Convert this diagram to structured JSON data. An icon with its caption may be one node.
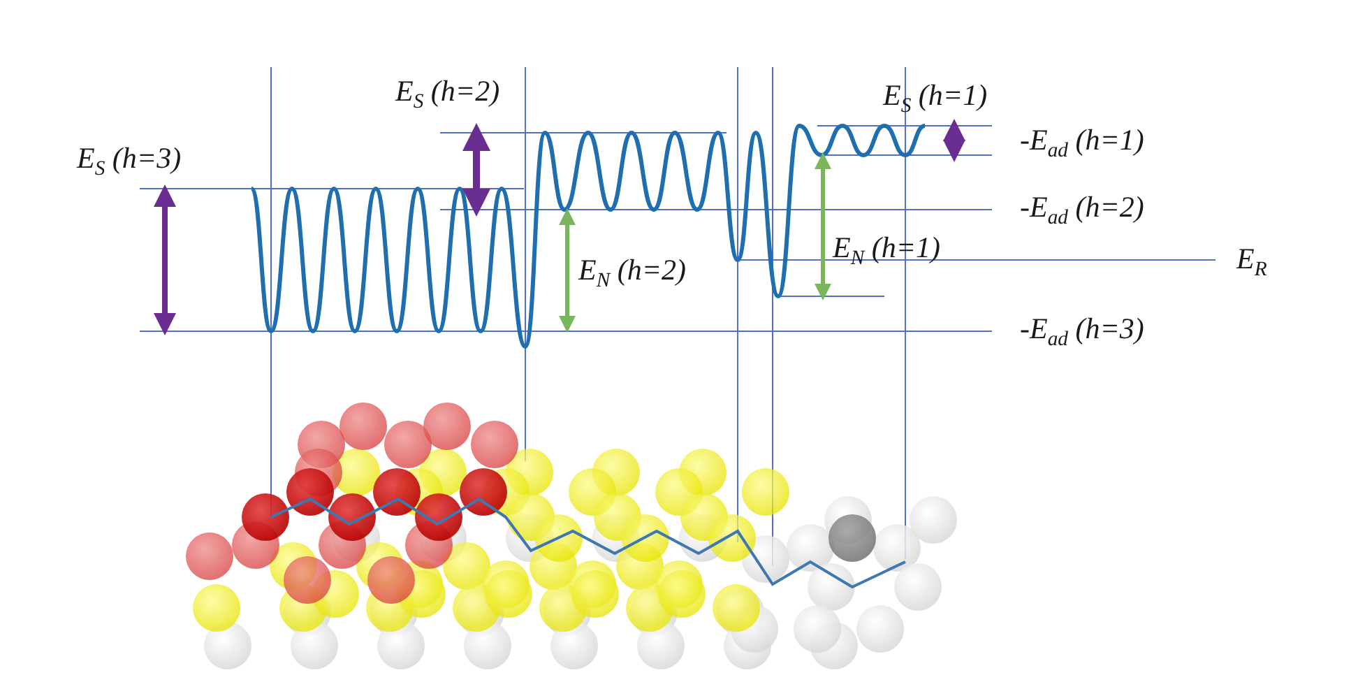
{
  "diagram": {
    "labels": [
      "E$_{S}$ (h=2)",
      "E$_{S}$ (h=1)",
      "-E$_{ad}$ (h=1)",
      "E$_{S}$ (h=3)",
      "-E$_{ad}$ (h=2)",
      "E$_{N}$ (h=1)",
      "E$_{R}$",
      "E$_{N}$ (h=2)",
      "-E$_{ad}$ (h=3)"
    ]
  }
}
